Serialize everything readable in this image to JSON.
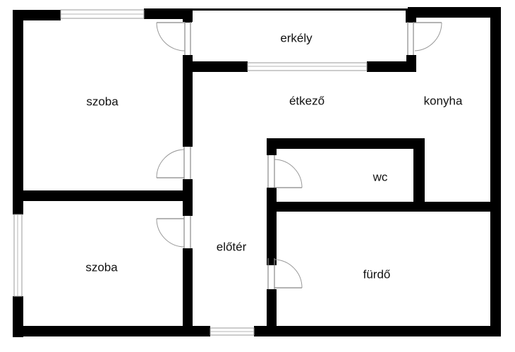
{
  "rooms": {
    "szoba_top": "szoba",
    "erkely": "erkély",
    "etkezo": "étkező",
    "konyha": "konyha",
    "wc": "wc",
    "szoba_bottom": "szoba",
    "eloter": "előtér",
    "furdo": "fürdő"
  }
}
